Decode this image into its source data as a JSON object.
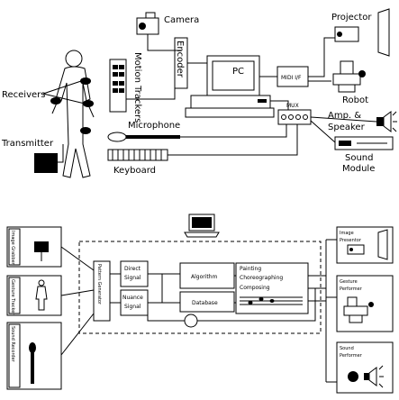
{
  "top": {
    "camera": "Camera",
    "motion_trackers": "Motion Trackers",
    "encoder": "Encoder",
    "pc": "PC",
    "midi": "MIDI I/F",
    "projector": "Projector",
    "robot": "Robot",
    "receivers": "Receivers",
    "microphone": "Microphone",
    "mux": "MUX",
    "amp_speaker_1": "Amp. &",
    "amp_speaker_2": "Speaker",
    "transmitter": "Transmitter",
    "keyboard": "Keyboard",
    "sound_module_1": "Sound",
    "sound_module_2": "Module"
  },
  "bottom": {
    "image_grabber": "Image Grabber",
    "gesture_tracker": "Gesture Tracker",
    "sound_recorder": "Sound Recorder",
    "pattern_generator": "Pattern Generator",
    "direct_signal_1": "Direct",
    "direct_signal_2": "Signal",
    "nuance_signal_1": "Nuance",
    "nuance_signal_2": "Signal",
    "algorithm": "Algorithm",
    "database": "Database",
    "painting": "Painting",
    "choreographing": "Choreographing",
    "composing": "Composing",
    "image_presentor_1": "Image",
    "image_presentor_2": "Presentor",
    "gesture_performer_1": "Gesture",
    "gesture_performer_2": "Performer",
    "sound_performer_1": "Sound",
    "sound_performer_2": "Performer"
  }
}
